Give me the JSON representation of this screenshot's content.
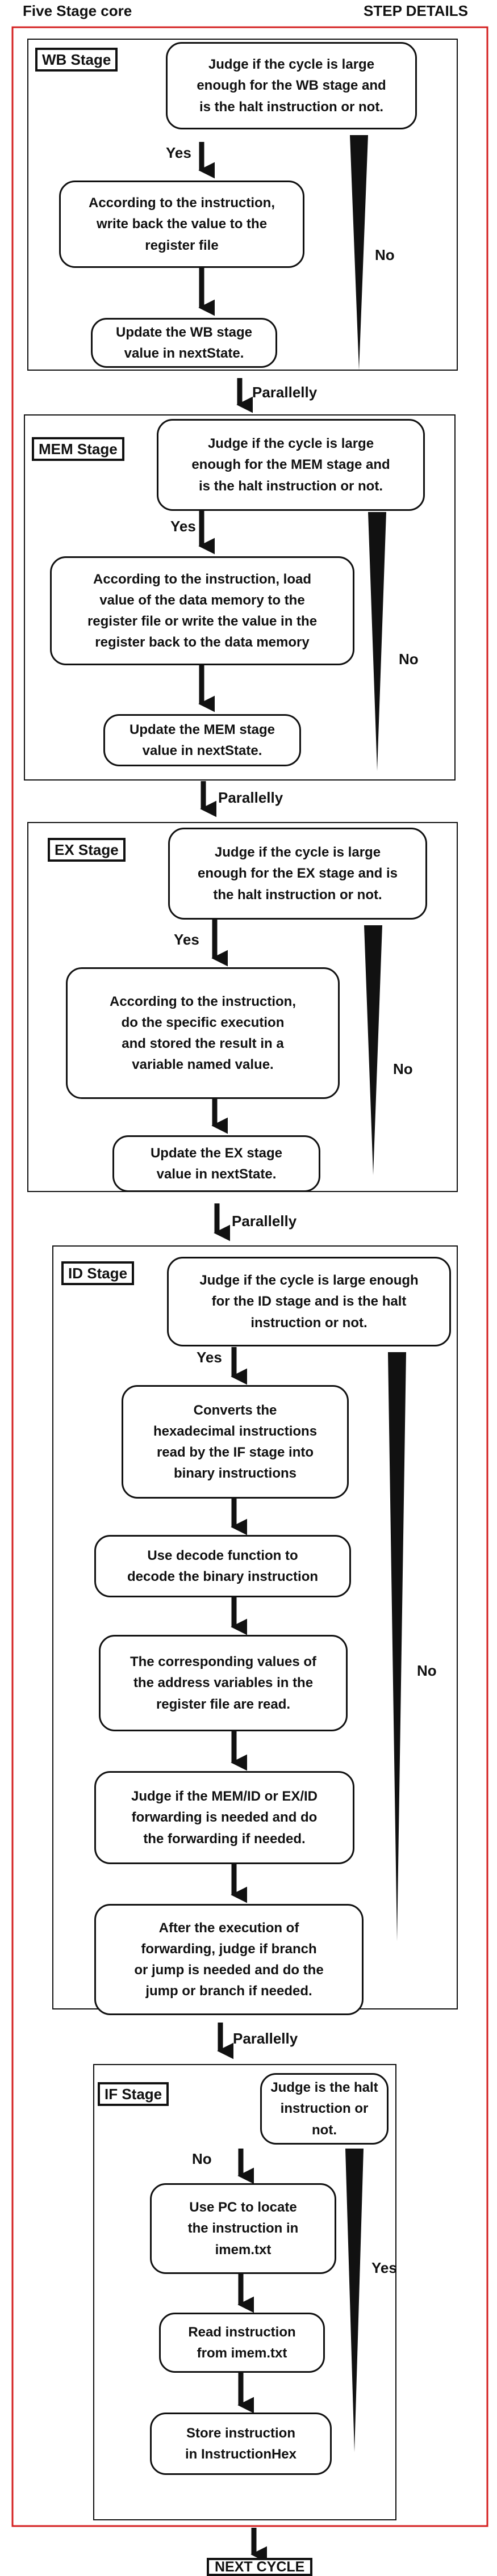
{
  "header": {
    "left_title": "Five Stage core",
    "right_title": "STEP  DETAILS"
  },
  "stages": [
    {
      "label": "WB Stage",
      "decision": "Judge if the cycle is large\nenough for the WB stage and\nis the halt instruction or not.",
      "yes_label": "Yes",
      "no_label": "No",
      "steps": [
        "According to the instruction,\nwrite back the value to the\nregister file",
        "Update the WB stage\nvalue in nextState."
      ]
    },
    {
      "label": "MEM Stage",
      "decision": "Judge if the cycle is large\nenough for the MEM stage and\nis the halt instruction or not.",
      "yes_label": "Yes",
      "no_label": "No",
      "steps": [
        "According to the instruction, load\nvalue of the data memory to the\nregister file or write the value in the\nregister back to the data memory",
        "Update the MEM stage\nvalue in nextState."
      ]
    },
    {
      "label": "EX Stage",
      "decision": "Judge if the cycle is large\nenough for the EX stage and is\nthe halt instruction or not.",
      "yes_label": "Yes",
      "no_label": "No",
      "steps": [
        "According to the instruction,\ndo the specific execution\nand stored the result in a\nvariable named value.",
        "Update the EX stage\nvalue in nextState."
      ]
    },
    {
      "label": "ID Stage",
      "decision": "Judge if the cycle is large enough\nfor the ID stage and is the halt\ninstruction or not.",
      "yes_label": "Yes",
      "no_label": "No",
      "steps": [
        "Converts the\nhexadecimal instructions\nread by the IF stage into\nbinary instructions",
        "Use decode function to\ndecode the binary instruction",
        "The corresponding values of\nthe address variables in the\nregister file are read.",
        "Judge if the MEM/ID or EX/ID\nforwarding is needed and do\nthe forwarding if needed.",
        "After the execution of\nforwarding, judge if branch\nor jump is needed and do the\njump or branch if needed."
      ]
    },
    {
      "label": "IF Stage",
      "decision": "Judge is the halt\ninstruction or not.",
      "yes_label": "Yes",
      "no_label": "No",
      "steps": [
        "Use PC to locate\nthe instruction in\nimem.txt",
        "Read instruction\nfrom imem.txt",
        "Store instruction\nin InstructionHex"
      ]
    }
  ],
  "between_label": "Parallelly",
  "footer": {
    "next_cycle": "NEXT CYCLE"
  }
}
